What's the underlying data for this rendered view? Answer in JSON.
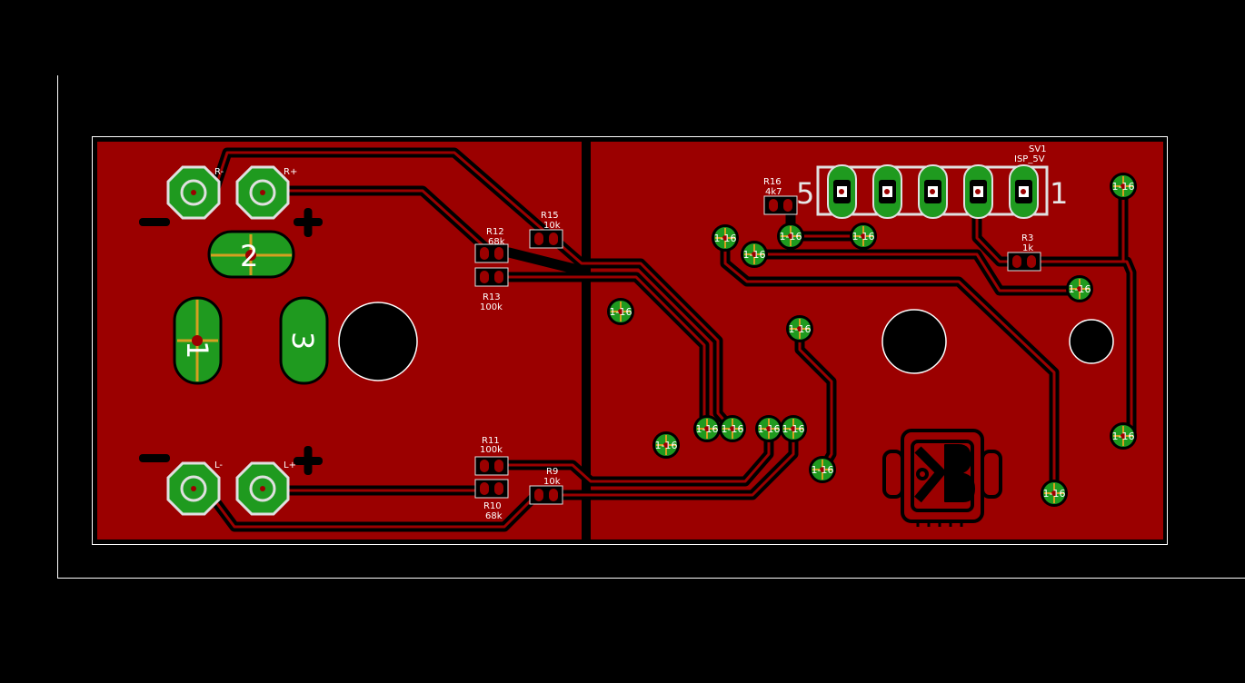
{
  "board": {
    "colors": {
      "background": "#000000",
      "copper": "#9b0000",
      "pad": "#1f9a1f",
      "silk": "#e0e0e0",
      "drill": "#000000",
      "outline": "#ffffff"
    }
  },
  "components": {
    "R12": {
      "name": "R12",
      "value": "68k"
    },
    "R13": {
      "name": "R13",
      "value": "100k"
    },
    "R15": {
      "name": "R15",
      "value": "10k"
    },
    "R11": {
      "name": "R11",
      "value": "100k"
    },
    "R10": {
      "name": "R10",
      "value": "68k"
    },
    "R9": {
      "name": "R9",
      "value": "10k"
    },
    "R16": {
      "name": "R16",
      "value": "4k7"
    },
    "R3": {
      "name": "R3",
      "value": "1k"
    },
    "SV1": {
      "name": "SV1",
      "value": "ISP_5V"
    }
  },
  "terminals": {
    "r_minus": "R-",
    "r_plus": "R+",
    "l_minus": "L-",
    "l_plus": "L+"
  },
  "header_pins": {
    "left": "5",
    "right": "1"
  },
  "pads": {
    "p1": "1",
    "p2": "2",
    "p3": "3"
  },
  "via_label": "1-16"
}
